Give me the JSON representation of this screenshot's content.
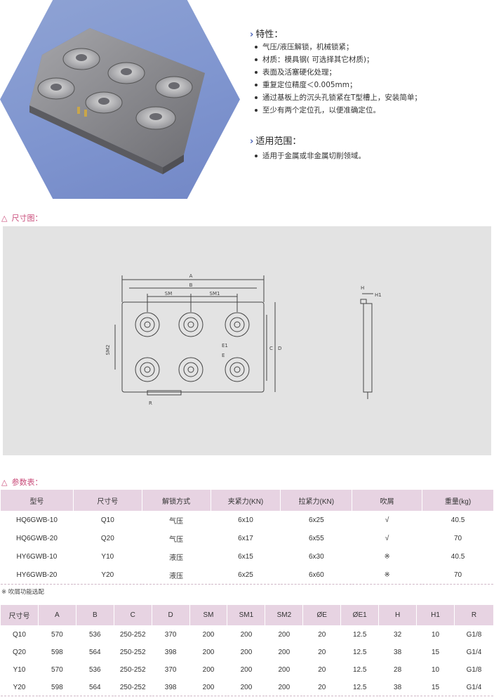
{
  "features": {
    "title": "特性：",
    "items": [
      "气压/液压解锁，机械锁紧；",
      "材质：模具钢( 可选择其它材质)；",
      "表面及活塞硬化处理；",
      "重复定位精度＜0.005mm；",
      "通过基板上的沉头孔锁紧在T型槽上，安装简单；",
      "至少有两个定位孔，以便准确定位。"
    ]
  },
  "scope": {
    "title": "适用范围：",
    "items": [
      "适用于金属或非金属切削领域。"
    ]
  },
  "drawing": {
    "title": "尺寸图：",
    "labels": {
      "A": "A",
      "B": "B",
      "SM": "SM",
      "SM1": "SM1",
      "SM2": "SM2",
      "C": "C",
      "D": "D",
      "E": "E",
      "E1": "E1",
      "R": "R",
      "H": "H",
      "H1": "H1"
    }
  },
  "params": {
    "title": "参数表：",
    "headers": [
      "型号",
      "尺寸号",
      "解锁方式",
      "夹紧力(KN)",
      "拉紧力(KN)",
      "吹屑",
      "重量(kg)"
    ],
    "rows": [
      [
        "HQ6GWB-10",
        "Q10",
        "气压",
        "6x10",
        "6x25",
        "√",
        "40.5"
      ],
      [
        "HQ6GWB-20",
        "Q20",
        "气压",
        "6x17",
        "6x55",
        "√",
        "70"
      ],
      [
        "HY6GWB-10",
        "Y10",
        "液压",
        "6x15",
        "6x30",
        "※",
        "40.5"
      ],
      [
        "HY6GWB-20",
        "Y20",
        "液压",
        "6x25",
        "6x60",
        "※",
        "70"
      ]
    ],
    "note": "※ 吹屑功能选配"
  },
  "dims": {
    "headers": [
      "尺寸号",
      "A",
      "B",
      "C",
      "D",
      "SM",
      "SM1",
      "SM2",
      "ØE",
      "ØE1",
      "H",
      "H1",
      "R"
    ],
    "rows": [
      [
        "Q10",
        "570",
        "536",
        "250-252",
        "370",
        "200",
        "200",
        "200",
        "20",
        "12.5",
        "32",
        "10",
        "G1/8"
      ],
      [
        "Q20",
        "598",
        "564",
        "250-252",
        "398",
        "200",
        "200",
        "200",
        "20",
        "12.5",
        "38",
        "15",
        "G1/4"
      ],
      [
        "Y10",
        "570",
        "536",
        "250-252",
        "370",
        "200",
        "200",
        "200",
        "20",
        "12.5",
        "28",
        "10",
        "G1/8"
      ],
      [
        "Y20",
        "598",
        "564",
        "250-252",
        "398",
        "200",
        "200",
        "200",
        "20",
        "12.5",
        "38",
        "15",
        "G1/4"
      ]
    ]
  }
}
